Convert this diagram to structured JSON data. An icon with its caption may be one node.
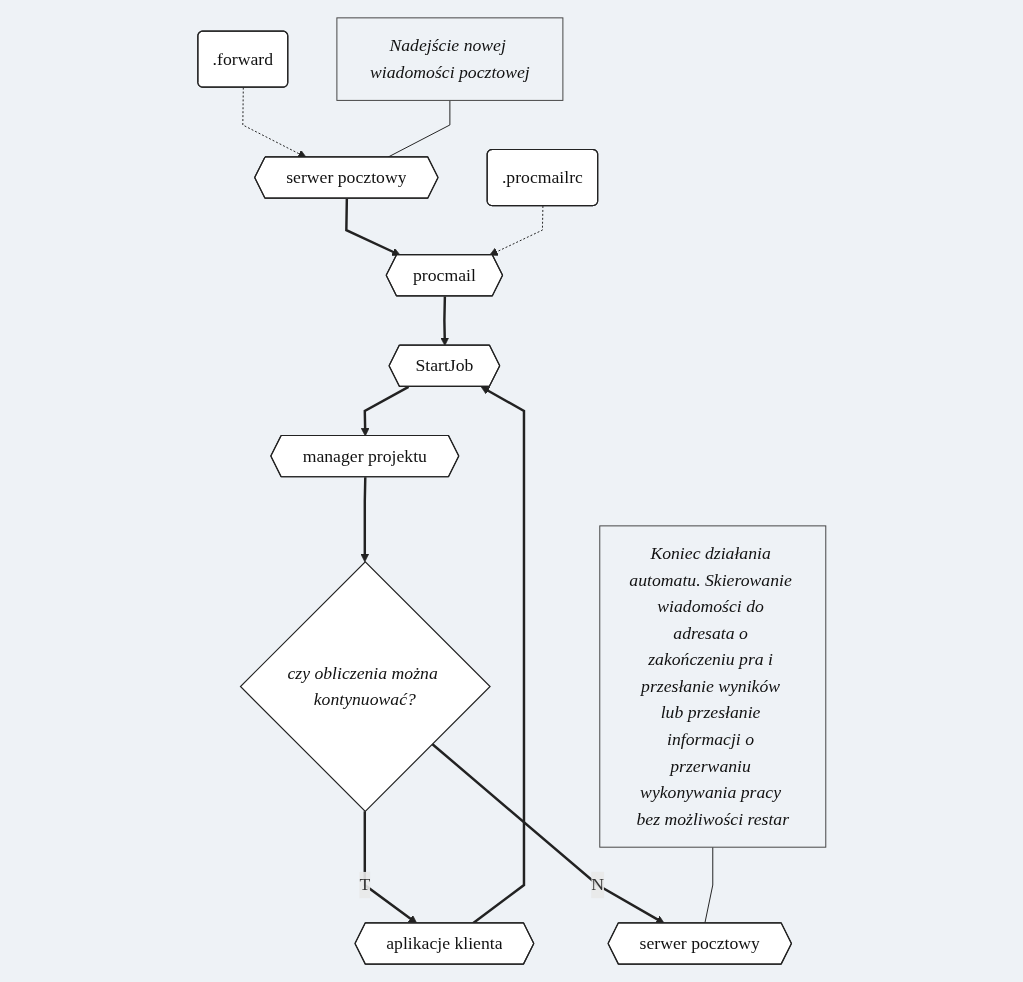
{
  "diagram": {
    "nodes": [
      {
        "text": [
          ".forward"
        ]
      },
      {
        "text": [
          "serwer pocztowy"
        ]
      },
      {
        "text": [
          "Nadejście nowej wiadomości pocztowej"
        ]
      },
      {
        "text": [
          "procmail"
        ]
      },
      {
        "text": [
          ".procmailrc"
        ]
      },
      {
        "text": [
          "StartJob"
        ]
      },
      {
        "text": [
          "manager projektu"
        ]
      },
      {
        "text": [
          "czy obliczenia można kontynuować?"
        ]
      },
      {
        "text": [
          "serwer pocztowy"
        ]
      },
      {
        "text": [
          "Koniec działania automatu. Skierowanie wiadomości do adresata o zakończeniu pra i przesłanie wyników lub przesłanie informacji o przerwaniu wykonywania pracy bez możliwości restar"
        ]
      },
      {
        "text": [
          "aplikacje klienta"
        ]
      }
    ],
    "edges": [
      {
        "from": 0,
        "to": 1,
        "arrow": "to",
        "style": "dashed"
      },
      {
        "from": 2,
        "to": 1,
        "arrow": "none"
      },
      {
        "from": 1,
        "to": 3,
        "arrow": "to"
      },
      {
        "from": 4,
        "to": 3,
        "arrow": "to",
        "style": "dashed"
      },
      {
        "from": 3,
        "to": 5,
        "arrow": "to"
      },
      {
        "from": 5,
        "to": 6,
        "arrow": "to"
      },
      {
        "from": 6,
        "to": 7,
        "arrow": "to"
      },
      {
        "from": 7,
        "to": 10,
        "arrow": "to",
        "label": "T"
      },
      {
        "from": 10,
        "to": 5,
        "arrow": "to"
      },
      {
        "from": 7,
        "to": 8,
        "arrow": "to",
        "label": "N"
      },
      {
        "from": 9,
        "to": 8,
        "arrow": "none"
      }
    ]
  }
}
